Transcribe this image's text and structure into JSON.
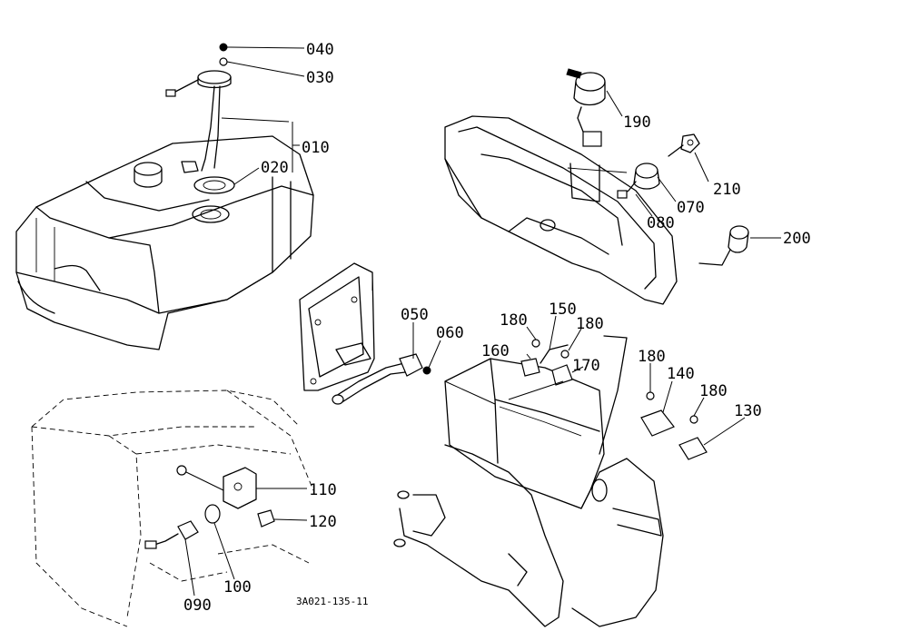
{
  "diagram": {
    "drawing_code": "3A021-135-11",
    "labels": {
      "p010": "010",
      "p020": "020",
      "p030": "030",
      "p040": "040",
      "p050": "050",
      "p060": "060",
      "p070": "070",
      "p080": "080",
      "p090": "090",
      "p100": "100",
      "p110": "110",
      "p120": "120",
      "p130": "130",
      "p140": "140",
      "p150": "150",
      "p160": "160",
      "p170": "170",
      "p180a": "180",
      "p180b": "180",
      "p180c": "180",
      "p180d": "180",
      "p190": "190",
      "p200": "200",
      "p210": "210"
    }
  }
}
